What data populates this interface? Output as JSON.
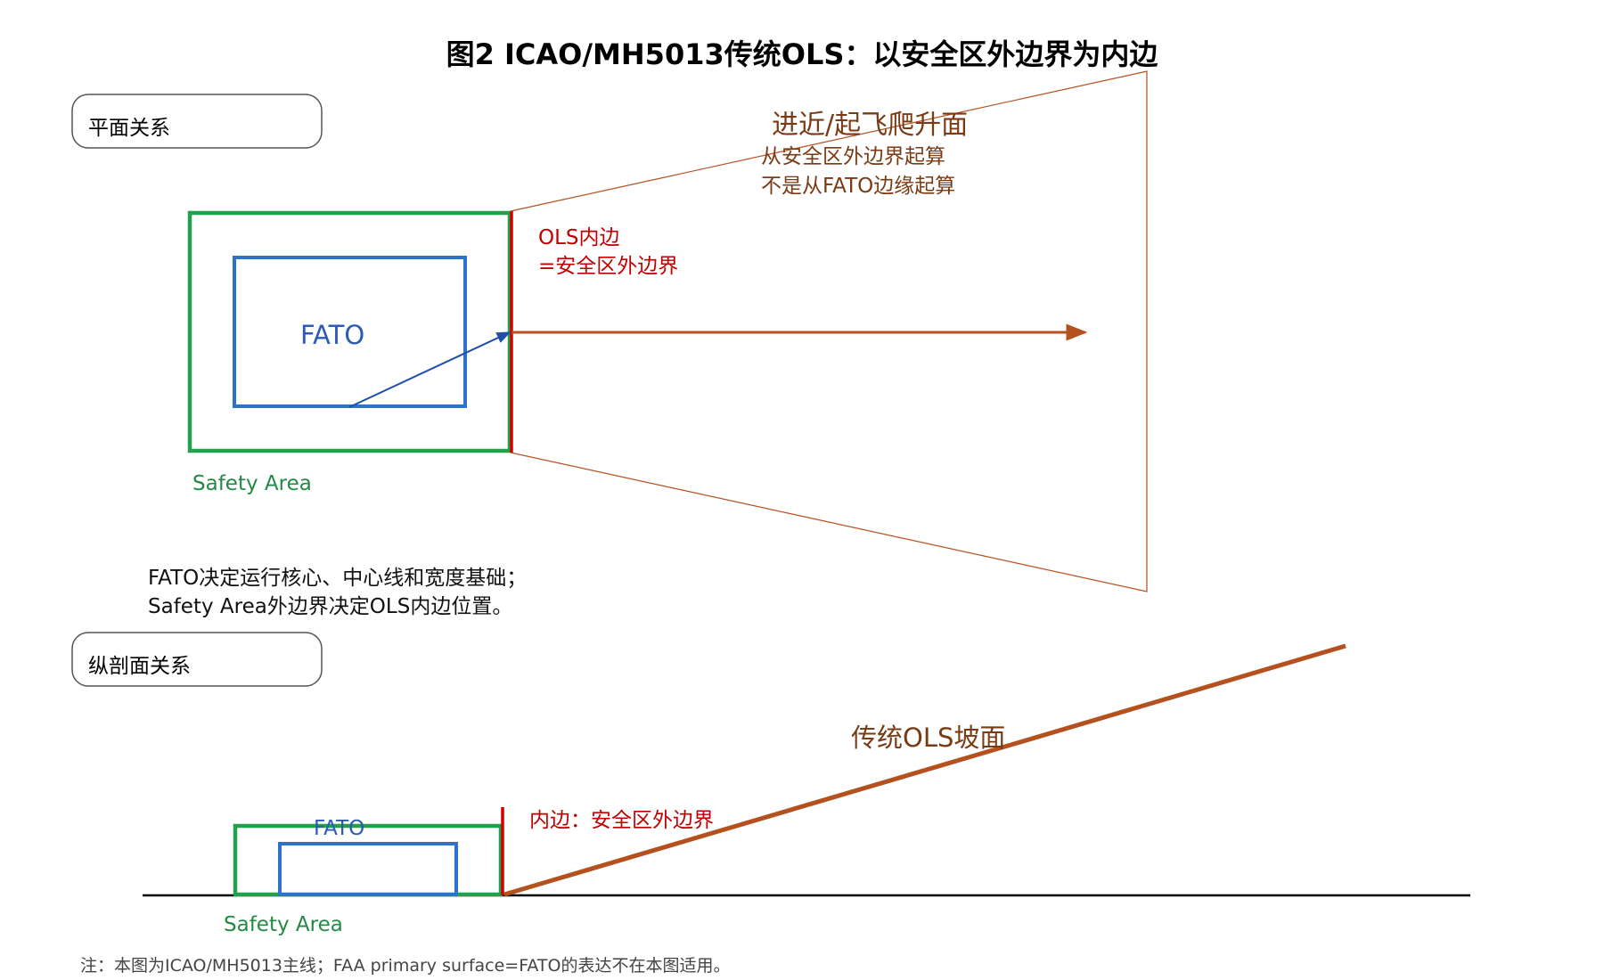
{
  "title": "图2  ICAO/MH5013传统OLS：以安全区外边界为内边",
  "plan_view": {
    "panel_label": "平面关系",
    "surface_label": "进近/起飞爬升面",
    "surface_note_line1": "从安全区外边界起算",
    "surface_note_line2": "不是从FATO边缘起算",
    "inner_edge_line1": "OLS内边",
    "inner_edge_line2": "=安全区外边界",
    "fato_label": "FATO",
    "safety_area_label": "Safety Area"
  },
  "explanation": {
    "line1": "FATO决定运行核心、中心线和宽度基础；",
    "line2": "Safety Area外边界决定OLS内边位置。"
  },
  "profile_view": {
    "panel_label": "纵剖面关系",
    "slope_label": "传统OLS坡面",
    "inner_edge_label": "内边：安全区外边界",
    "fato_label": "FATO",
    "safety_area_label": "Safety Area"
  },
  "footnote": "注：本图为ICAO/MH5013主线；FAA primary surface=FATO的表达不在本图适用。",
  "colors": {
    "safety_area": "#22a04b",
    "fato": "#2b74c7",
    "inner_edge": "#d40000",
    "ols_surface": "#b5501f",
    "vector_arrow": "#1f4fa8",
    "ground": "#000000"
  }
}
